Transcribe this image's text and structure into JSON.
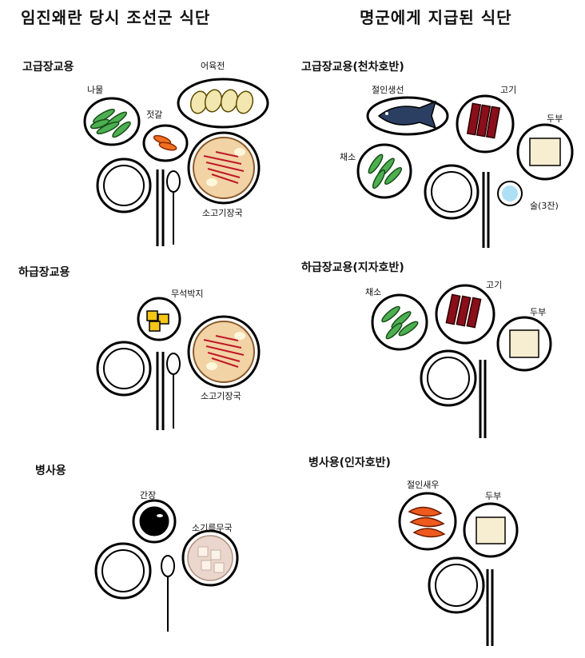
{
  "left": {
    "title": "임진왜란 당시 조선군 식단",
    "sections": [
      {
        "heading": "고급장교용",
        "items": [
          "나물",
          "젓갈",
          "어육전",
          "소고기장국"
        ]
      },
      {
        "heading": "하급장교용",
        "items": [
          "무석박지",
          "소고기장국"
        ]
      },
      {
        "heading": "병사용",
        "items": [
          "간장",
          "소기름무국"
        ]
      }
    ]
  },
  "right": {
    "title": "명군에게 지급된 식단",
    "sections": [
      {
        "heading": "고급장교용(천차호반)",
        "items": [
          "절인생선",
          "고기",
          "두부",
          "채소",
          "술(3잔)"
        ]
      },
      {
        "heading": "하급장교용(지자호반)",
        "items": [
          "채소",
          "고기",
          "두부"
        ]
      },
      {
        "heading": "병사용(인자호반)",
        "items": [
          "절인새우",
          "두부"
        ]
      }
    ]
  }
}
